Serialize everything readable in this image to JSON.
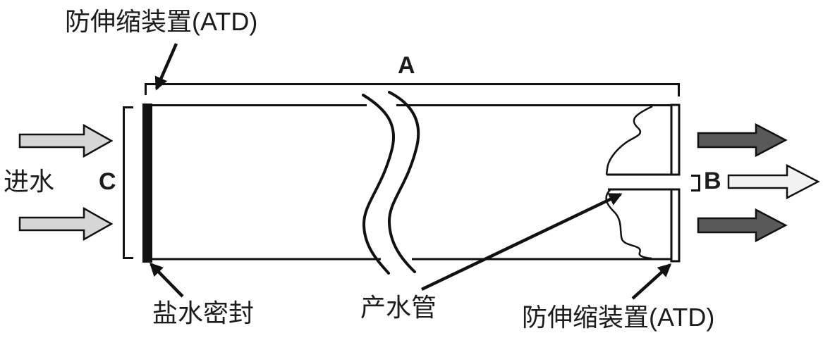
{
  "diagram": {
    "title_hint": "spiral-wound membrane element schematic",
    "labels": {
      "atd_top": "防伸缩装置(ATD)",
      "atd_bottom": "防伸缩装置(ATD)",
      "feed_water": "进水",
      "brine_seal": "盐水密封",
      "product_tube": "产水管",
      "dim_a": "A",
      "dim_b": "B",
      "dim_c": "C"
    },
    "colors": {
      "line": "#111111",
      "feed_arrow_fill": "#d6d6d6",
      "concentrate_arrow_fill": "#595959",
      "product_arrow_fill": "#f2f2f2",
      "background": "#ffffff"
    }
  }
}
